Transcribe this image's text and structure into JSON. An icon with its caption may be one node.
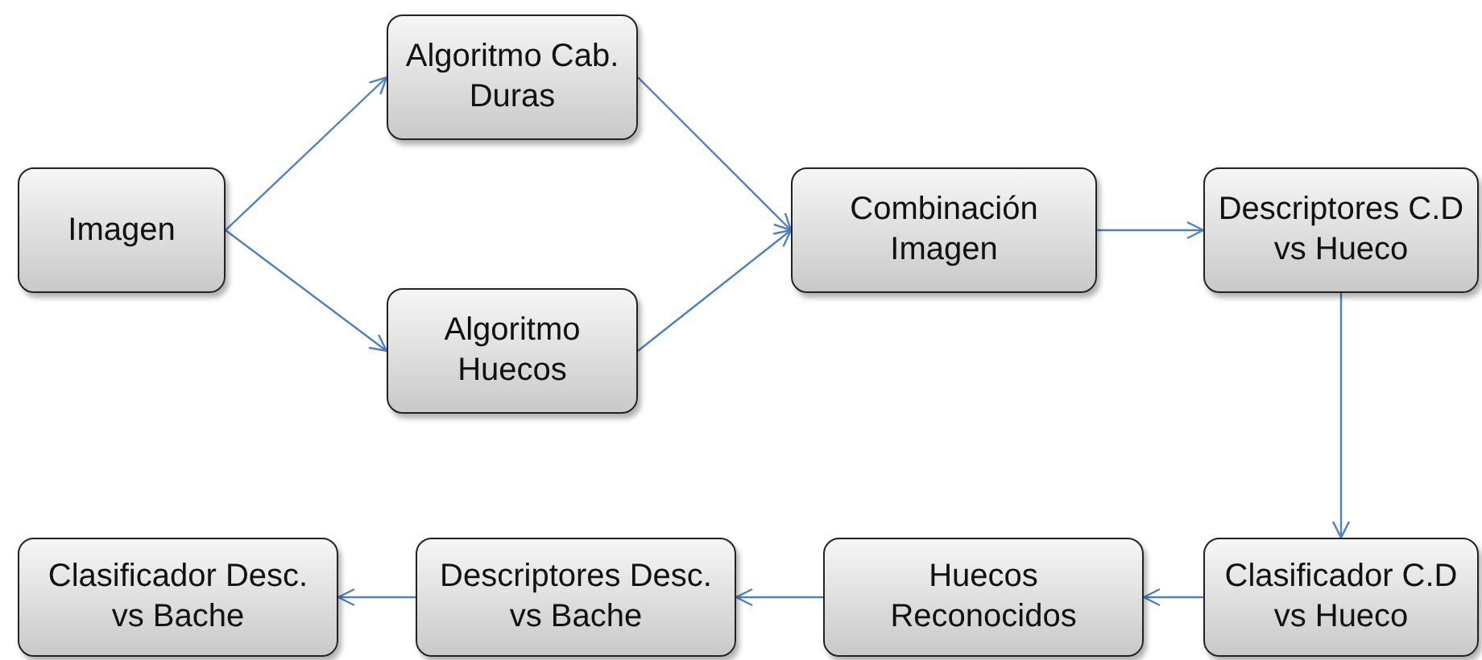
{
  "diagram": {
    "nodes": [
      {
        "text": [
          "Imagen"
        ]
      },
      {
        "text": [
          "Algoritmo Cab. Duras"
        ]
      },
      {
        "text": [
          "Algoritmo Huecos"
        ]
      },
      {
        "text": [
          "Combinación Imagen"
        ]
      },
      {
        "text": [
          "Descriptores C.D vs Hueco"
        ]
      },
      {
        "text": [
          "Clasificador C.D vs Hueco"
        ]
      },
      {
        "text": [
          "Huecos Reconocidos"
        ]
      },
      {
        "text": [
          "Descriptores Desc. vs Bache"
        ]
      },
      {
        "text": [
          "Clasificador Desc. vs Bache"
        ]
      }
    ],
    "edges": [
      {
        "from": 0,
        "to": 1,
        "arrow": "to"
      },
      {
        "from": 0,
        "to": 2,
        "arrow": "to"
      },
      {
        "from": 1,
        "to": 3,
        "arrow": "to"
      },
      {
        "from": 2,
        "to": 3,
        "arrow": "to"
      },
      {
        "from": 3,
        "to": 4,
        "arrow": "to"
      },
      {
        "from": 4,
        "to": 5,
        "arrow": "to"
      },
      {
        "from": 5,
        "to": 6,
        "arrow": "to"
      },
      {
        "from": 6,
        "to": 7,
        "arrow": "to"
      },
      {
        "from": 7,
        "to": 8,
        "arrow": "to"
      }
    ]
  }
}
